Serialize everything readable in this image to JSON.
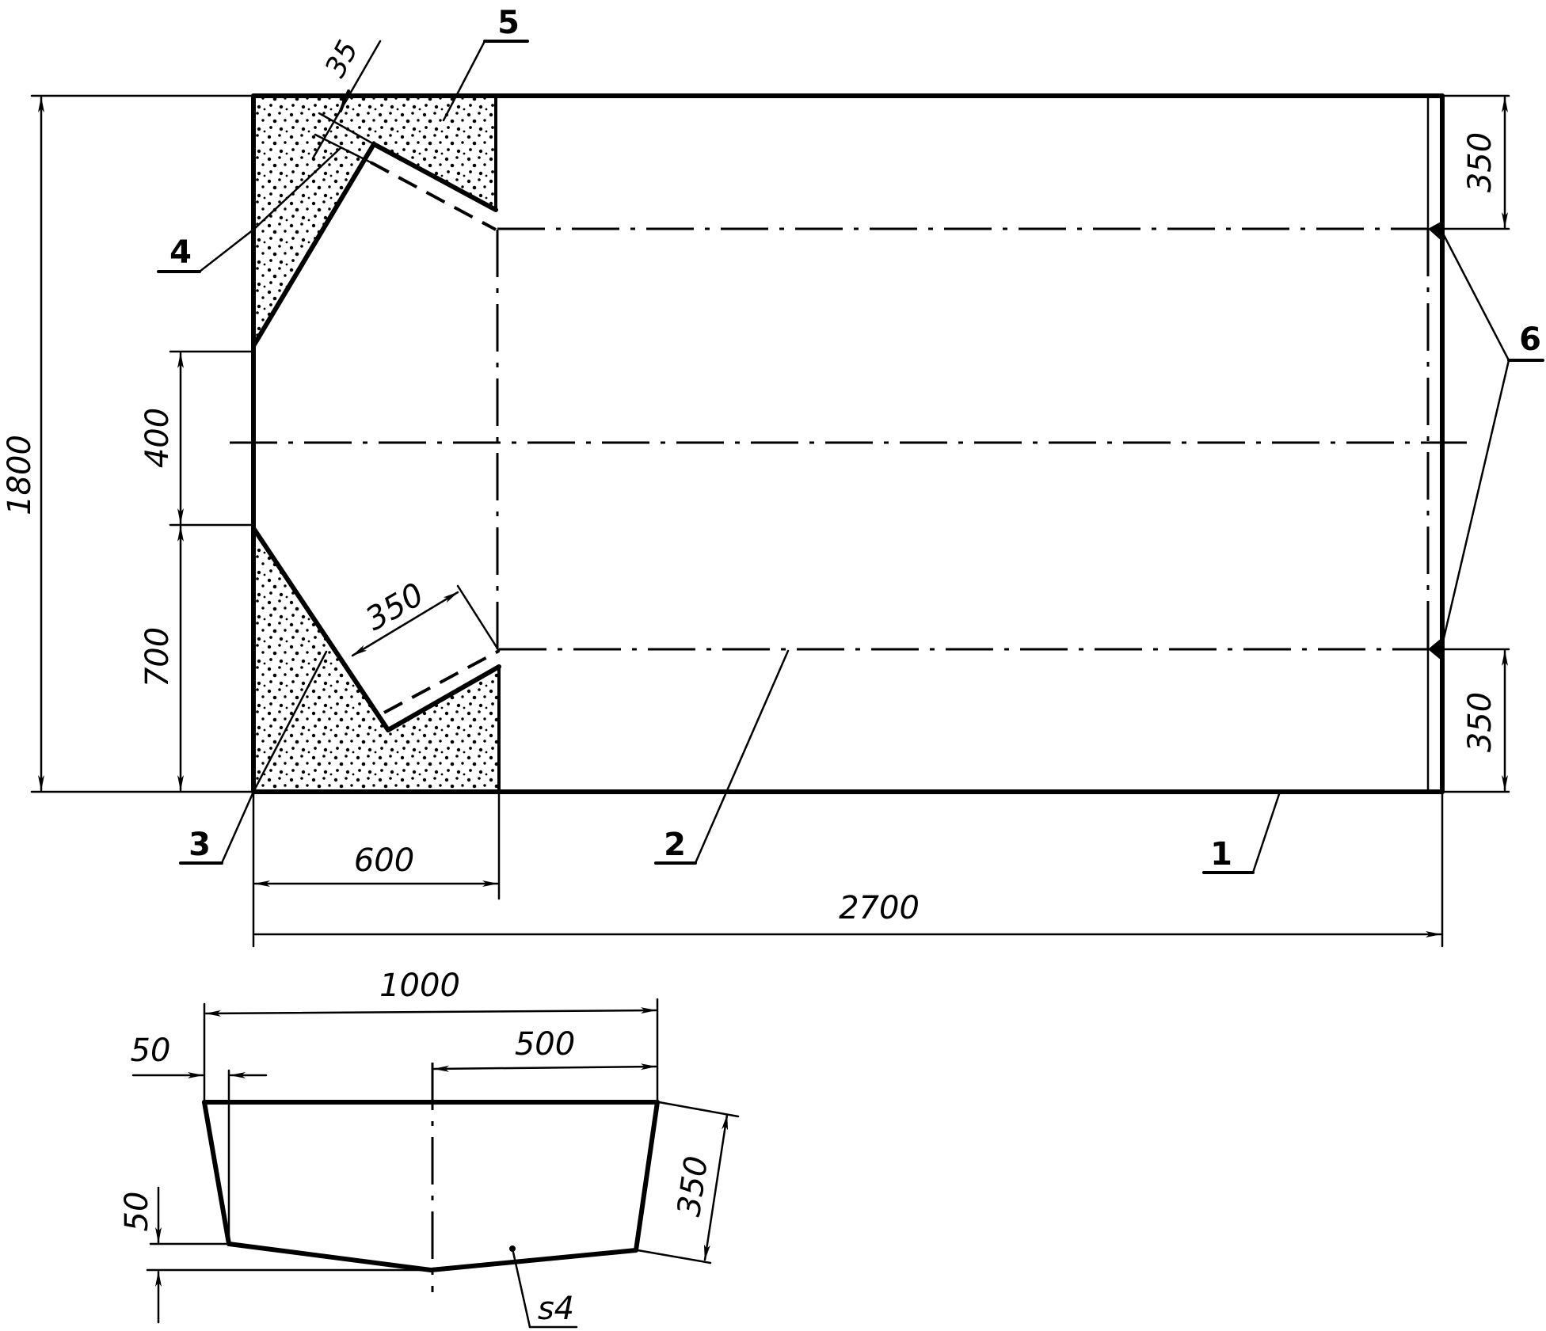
{
  "drawing": {
    "main_view": {
      "dimensions": {
        "overall_height": "1800",
        "overall_length": "2700",
        "shaded_width": "600",
        "chamfer_upper_gap": "400",
        "chamfer_lower_height": "700",
        "chamfer_depth": "350",
        "flange_thickness": "35",
        "right_top_offset": "350",
        "right_bottom_offset": "350"
      },
      "part_labels": {
        "p1": "1",
        "p2": "2",
        "p3": "3",
        "p4": "4",
        "p5": "5",
        "p6": "6"
      }
    },
    "section_view": {
      "dimensions": {
        "top_width": "1000",
        "half_width": "500",
        "side_offset": "50",
        "bottom_drop": "50",
        "side_height": "350"
      },
      "material_note": "s4"
    },
    "colors": {
      "line": "#000000",
      "background": "#ffffff",
      "fill_pattern": "#000000"
    }
  }
}
